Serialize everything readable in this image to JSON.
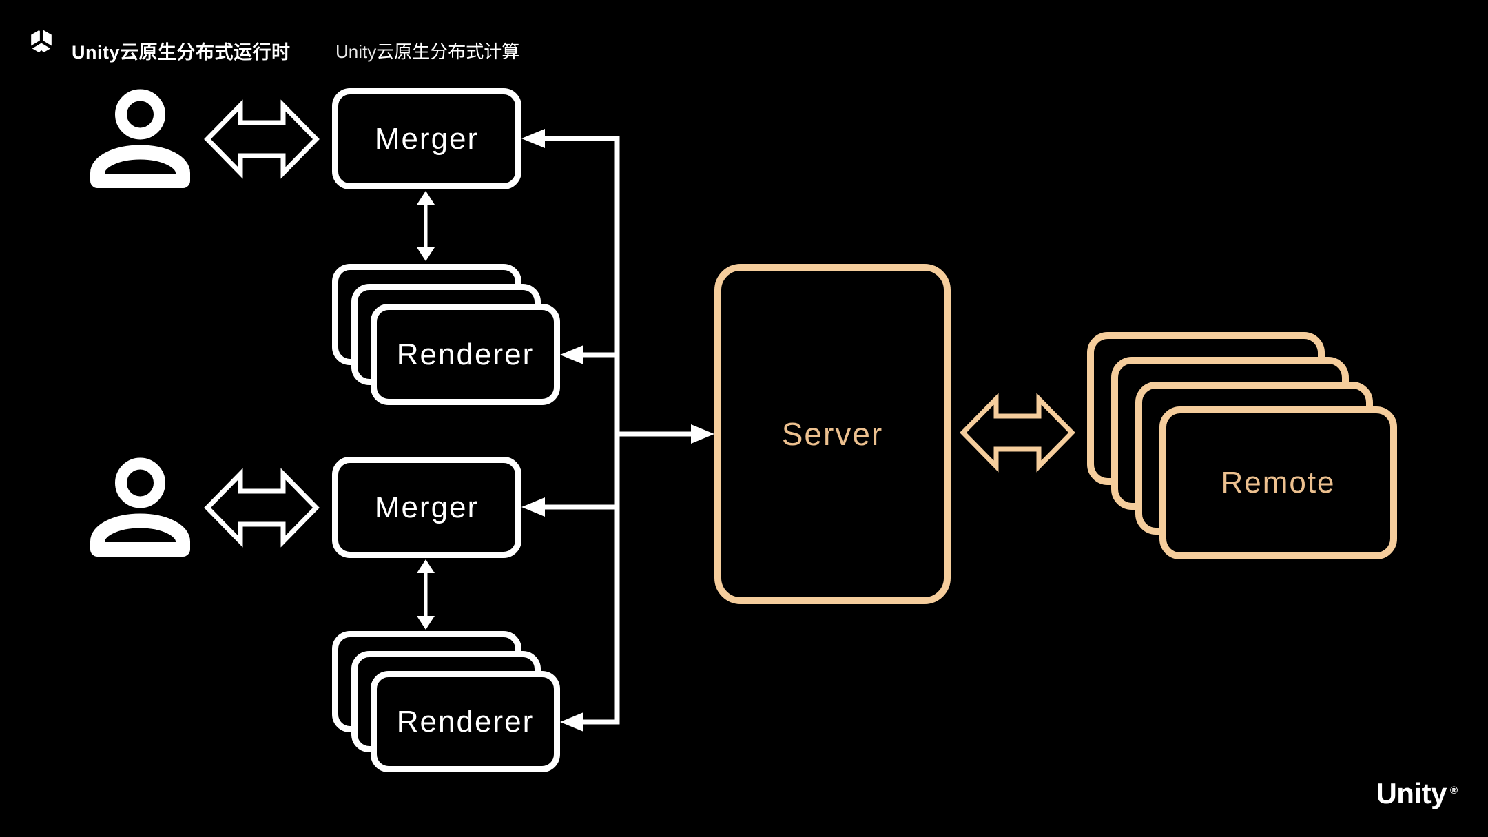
{
  "slide": {
    "background_color": "#000000",
    "header": {
      "logo_icon": "unity-cube-logo",
      "title": "Unity云原生分布式运行时",
      "subtitle_en": "Unity",
      "subtitle_zh": "云原生分布式计算"
    },
    "diagram": {
      "colors": {
        "primary_stroke": "#FFFFFF",
        "accent_stroke": "#F5CD9C",
        "accent_text": "#ECC08F"
      },
      "client_groups": [
        {
          "user_icon": "person-icon",
          "merger_label": "Merger",
          "renderer_label": "Renderer",
          "renderer_stack_count": 3
        },
        {
          "user_icon": "person-icon",
          "merger_label": "Merger",
          "renderer_label": "Renderer",
          "renderer_stack_count": 3
        }
      ],
      "server_label": "Server",
      "remote_label": "Remote",
      "remote_stack_count": 4
    },
    "footer": {
      "wordmark": "Unity",
      "registered_mark": "®"
    }
  }
}
